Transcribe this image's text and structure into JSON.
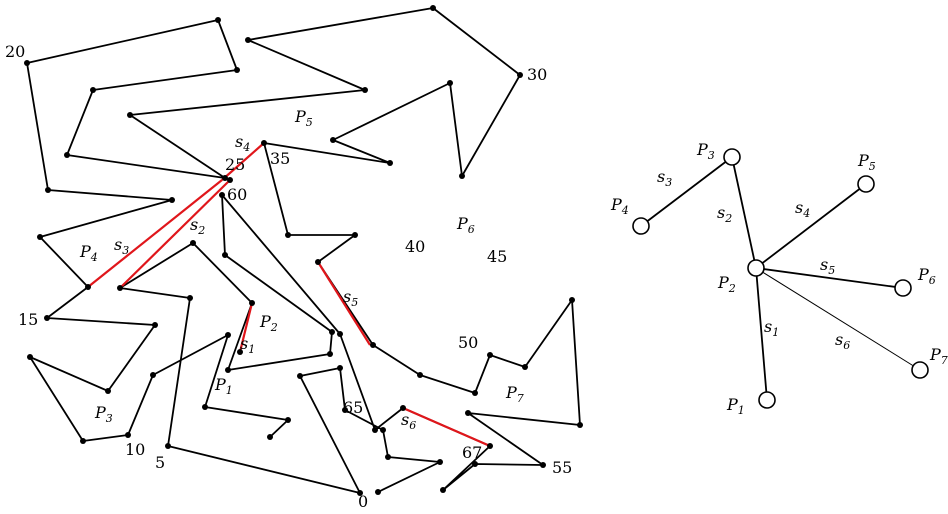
{
  "colors": {
    "stroke": "#000000",
    "highlight": "#e0161b",
    "background": "#ffffff"
  },
  "vertex_labels": [
    "0",
    "5",
    "10",
    "15",
    "20",
    "25",
    "30",
    "35",
    "40",
    "45",
    "50",
    "55",
    "60",
    "65",
    "67"
  ],
  "region_labels": [
    {
      "base": "P",
      "sub": "1"
    },
    {
      "base": "P",
      "sub": "2"
    },
    {
      "base": "P",
      "sub": "3"
    },
    {
      "base": "P",
      "sub": "4"
    },
    {
      "base": "P",
      "sub": "5"
    },
    {
      "base": "P",
      "sub": "6"
    },
    {
      "base": "P",
      "sub": "7"
    }
  ],
  "segment_labels": [
    {
      "base": "s",
      "sub": "1",
      "highlighted": true
    },
    {
      "base": "s",
      "sub": "2",
      "highlighted": false
    },
    {
      "base": "s",
      "sub": "3",
      "highlighted": false
    },
    {
      "base": "s",
      "sub": "4",
      "highlighted": false
    },
    {
      "base": "s",
      "sub": "5",
      "highlighted": false
    },
    {
      "base": "s",
      "sub": "6",
      "highlighted": false
    }
  ],
  "tree": {
    "nodes": [
      {
        "base": "P",
        "sub": "1"
      },
      {
        "base": "P",
        "sub": "2"
      },
      {
        "base": "P",
        "sub": "3"
      },
      {
        "base": "P",
        "sub": "4"
      },
      {
        "base": "P",
        "sub": "5"
      },
      {
        "base": "P",
        "sub": "6"
      },
      {
        "base": "P",
        "sub": "7"
      }
    ],
    "edges": [
      {
        "from": "P2",
        "to": "P1",
        "base": "s",
        "sub": "1"
      },
      {
        "from": "P2",
        "to": "P3",
        "base": "s",
        "sub": "2"
      },
      {
        "from": "P3",
        "to": "P4",
        "base": "s",
        "sub": "3"
      },
      {
        "from": "P2",
        "to": "P5",
        "base": "s",
        "sub": "4"
      },
      {
        "from": "P2",
        "to": "P6",
        "base": "s",
        "sub": "5"
      },
      {
        "from": "P2",
        "to": "P7",
        "base": "s",
        "sub": "6"
      }
    ]
  }
}
